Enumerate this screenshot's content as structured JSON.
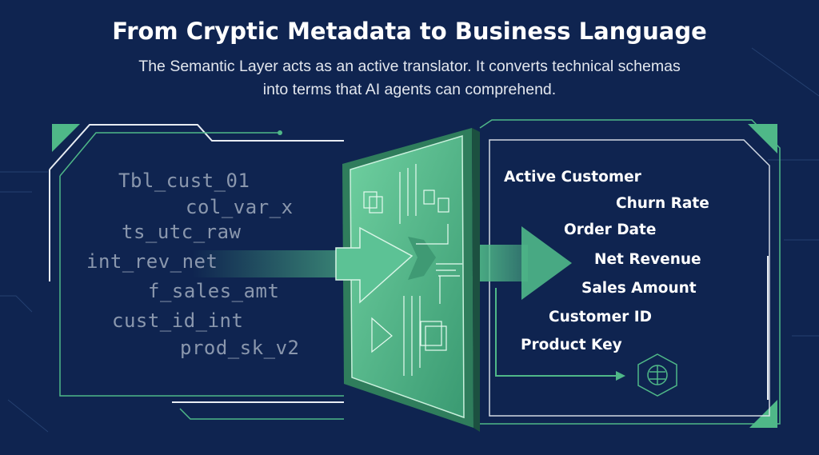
{
  "header": {
    "title": "From Cryptic Metadata to Business Language",
    "subtitle_line1": "The Semantic Layer acts as an active translator. It converts technical schemas",
    "subtitle_line2": "into terms that AI agents can comprehend."
  },
  "technical_schema": [
    "Tbl_cust_01",
    "col_var_x",
    "ts_utc_raw",
    "int_rev_net",
    "f_sales_amt",
    "cust_id_int",
    "prod_sk_v2"
  ],
  "business_terms": [
    "Active Customer",
    "Churn Rate",
    "Order Date",
    "Net Revenue",
    "Sales Amount",
    "Customer ID",
    "Product Key"
  ],
  "colors": {
    "background": "#0f2450",
    "accent": "#4fb888",
    "text": "#ffffff"
  },
  "icons": [
    "semantic-layer-portal",
    "arrow-right-icon",
    "ai-brain-icon",
    "document-icon"
  ]
}
